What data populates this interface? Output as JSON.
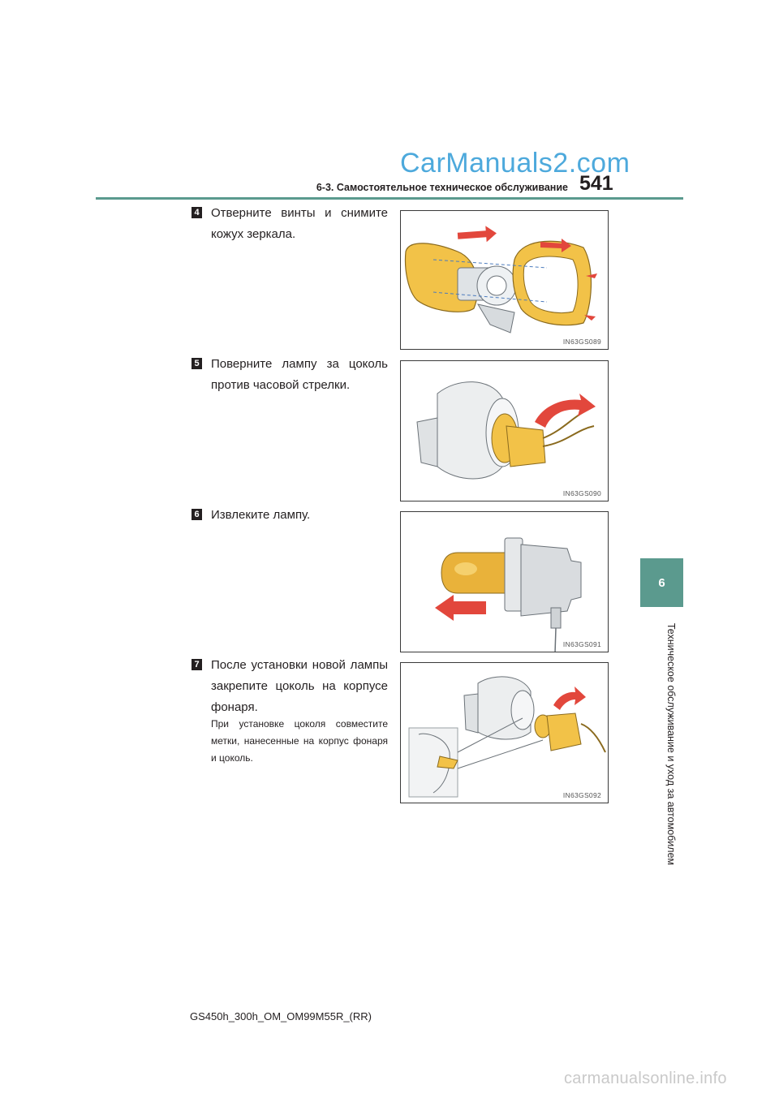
{
  "watermark_top": "CarManuals2.com",
  "header": {
    "section_title": "6-3. Самостоятельное техническое обслуживание",
    "page_number": "541"
  },
  "side_tab": {
    "chapter_number": "6",
    "chapter_title": "Техническое обслуживание и уход за автомобилем"
  },
  "steps": [
    {
      "number": "4",
      "text": "Отверните винты и снимите кожух зеркала.",
      "figure_code": "IN63GS089"
    },
    {
      "number": "5",
      "text": "Поверните лампу за цоколь против часовой стрелки.",
      "figure_code": "IN63GS090"
    },
    {
      "number": "6",
      "text": "Извлеките лампу.",
      "figure_code": "IN63GS091"
    },
    {
      "number": "7",
      "text": "После установки новой лампы закрепите цоколь на корпусе фонаря.",
      "note": "При установке цоколя совместите метки, нанесенные на корпус фонаря и цоколь.",
      "figure_code": "IN63GS092"
    }
  ],
  "footer": {
    "document_code": "GS450h_300h_OM_OM99M55R_(RR)"
  },
  "watermark_bottom": "carmanualsonline.info",
  "colors": {
    "accent_teal": "#5b9a8e",
    "watermark_blue": "#2f9bd6",
    "part_yellow": "#f2c248",
    "arrow_red": "#e2473c"
  }
}
